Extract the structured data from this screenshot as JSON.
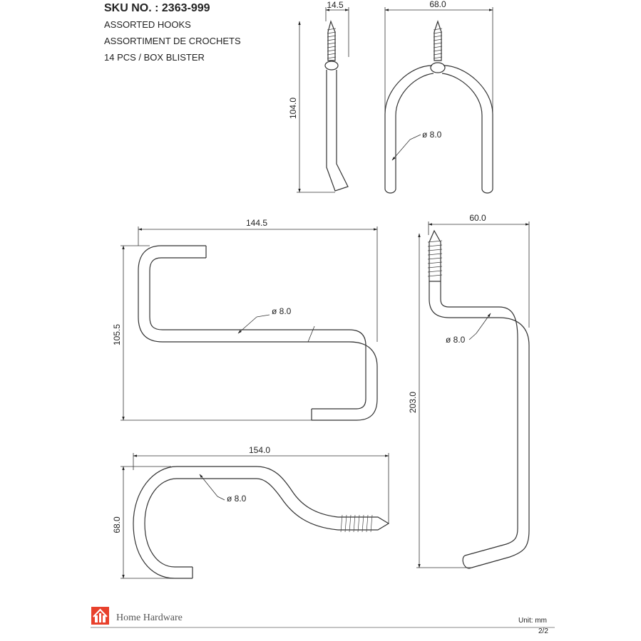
{
  "header": {
    "sku": "SKU NO. : 2363-999",
    "line1": "ASSORTED HOOKS",
    "line2": "ASSORTIMENT DE CROCHETS",
    "line3": "14 PCS / BOX BLISTER"
  },
  "dimensions": {
    "d_14_5": "14.5",
    "d_104_0": "104.0",
    "d_68_0_top": "68.0",
    "d_dia_top": "ø 8.0",
    "d_144_5": "144.5",
    "d_105_5": "105.5",
    "d_dia_s": "ø 8.0",
    "d_60_0": "60.0",
    "d_203_0": "203.0",
    "d_dia_long": "ø 8.0",
    "d_154_0": "154.0",
    "d_68_0_bottom": "68.0",
    "d_dia_bottom": "ø 8.0"
  },
  "footer": {
    "brand": "Home Hardware",
    "unit": "Unit: mm",
    "page": "2/2",
    "logo_icon": "home-hardware-logo-icon",
    "logo_color": "#e8412c"
  }
}
